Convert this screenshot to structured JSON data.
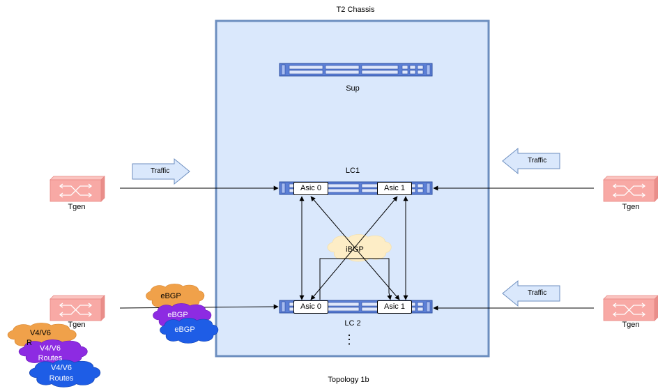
{
  "diagram": {
    "chassis_title": "T2 Chassis",
    "sup_label": "Sup",
    "lc1_label": "LC1",
    "lc2_label": "LC 2",
    "asic0_label": "Asic 0",
    "asic1_label": "Asic 1",
    "ibgp_label": "iBGP",
    "ebgp_label": "eBGP",
    "tgen_label": "Tgen",
    "traffic_label": "Traffic",
    "routes_line1": "V4/V6",
    "routes_line2": "Routes",
    "routes_partial": "R",
    "ellipsis": "⋮",
    "caption": "Topology 1b",
    "colors": {
      "chassis_fill": "#dae8fc",
      "chassis_border": "#6c8ebf",
      "device_fill": "#5b7fd6",
      "tgen_fill": "#f8a9a5",
      "cloud_ibgp": "#fdedc6",
      "cloud_orange": "#f0a14a",
      "cloud_purple": "#8d2be2",
      "cloud_blue": "#1e5de6"
    }
  }
}
